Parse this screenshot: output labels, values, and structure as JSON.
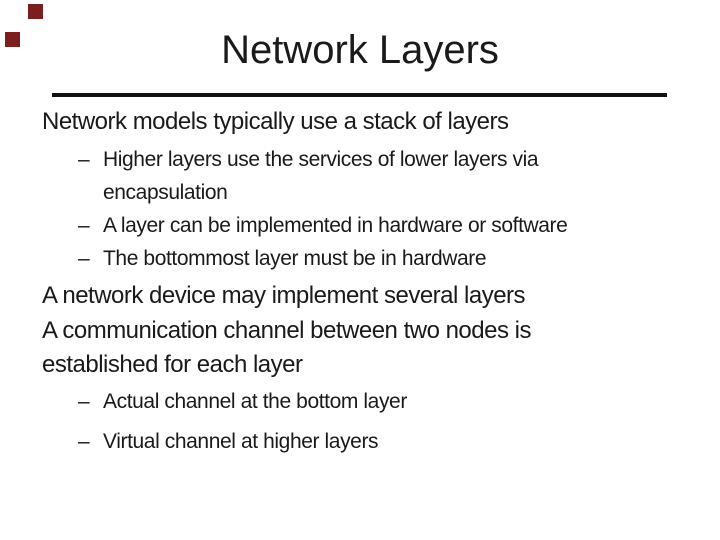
{
  "slide_title": "Network Layers",
  "marker": "–",
  "colors": {
    "background": "#ffffff",
    "text": "#1a1a1a",
    "rule": "#111111",
    "decoration": "#7d1e1e"
  },
  "body": {
    "p1": "Network models typically use a stack of layers",
    "s1a": "Higher layers use the services of lower layers via",
    "s1b": "encapsulation",
    "s2": "A layer can be implemented in hardware or software",
    "s3": "The bottommost layer must be in hardware",
    "p2": "A network device may implement several layers",
    "p3a": "A communication channel between two nodes is",
    "p3b": "established for each layer",
    "s4": "Actual channel at the bottom layer",
    "s5": "Virtual channel at higher layers"
  }
}
